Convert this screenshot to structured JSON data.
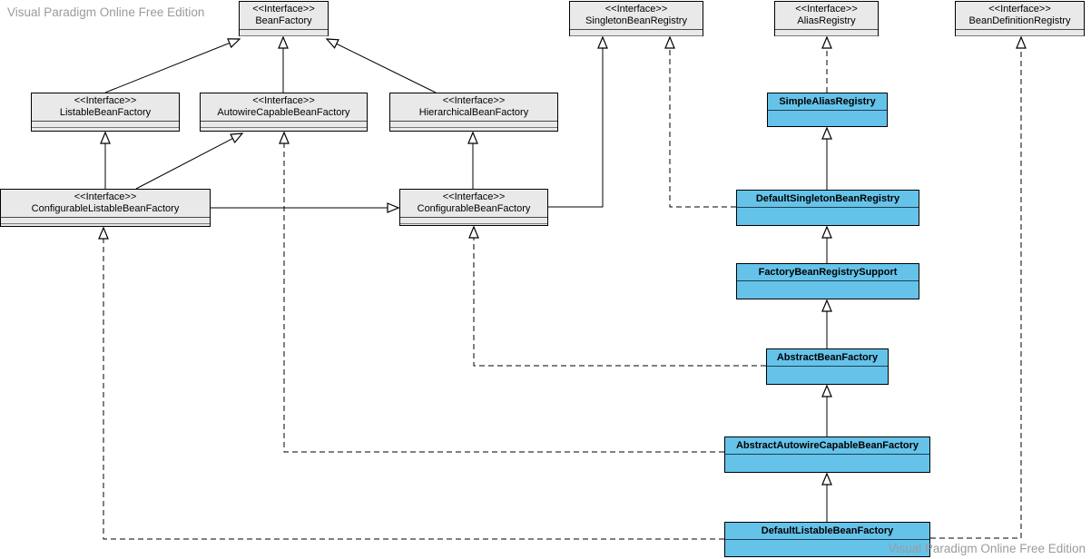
{
  "watermark": {
    "top_left": "Visual Paradigm Online Free Edition",
    "bottom_right": "Visual Paradigm Online Free Edition"
  },
  "colors": {
    "interface_fill": "#e9e9e9",
    "class_fill": "#65c3ea",
    "border": "#000000",
    "watermark_text": "#9b9b9b"
  },
  "nodes": {
    "bean_factory": {
      "stereotype": "<<Interface>>",
      "name": "BeanFactory",
      "kind": "interface"
    },
    "singleton_bean_registry": {
      "stereotype": "<<Interface>>",
      "name": "SingletonBeanRegistry",
      "kind": "interface"
    },
    "alias_registry": {
      "stereotype": "<<Interface>>",
      "name": "AliasRegistry",
      "kind": "interface"
    },
    "bean_definition_registry": {
      "stereotype": "<<Interface>>",
      "name": "BeanDefinitionRegistry",
      "kind": "interface"
    },
    "listable_bean_factory": {
      "stereotype": "<<Interface>>",
      "name": "ListableBeanFactory",
      "kind": "interface"
    },
    "autowire_capable_bean_factory": {
      "stereotype": "<<Interface>>",
      "name": "AutowireCapableBeanFactory",
      "kind": "interface"
    },
    "hierarchical_bean_factory": {
      "stereotype": "<<Interface>>",
      "name": "HierarchicalBeanFactory",
      "kind": "interface"
    },
    "simple_alias_registry": {
      "name": "SimpleAliasRegistry",
      "kind": "class"
    },
    "configurable_listable_bean_factory": {
      "stereotype": "<<Interface>>",
      "name": "ConfigurableListableBeanFactory",
      "kind": "interface"
    },
    "configurable_bean_factory": {
      "stereotype": "<<Interface>>",
      "name": "ConfigurableBeanFactory",
      "kind": "interface"
    },
    "default_singleton_bean_registry": {
      "name": "DefaultSingletonBeanRegistry",
      "kind": "class"
    },
    "factory_bean_registry_support": {
      "name": "FactoryBeanRegistrySupport",
      "kind": "class"
    },
    "abstract_bean_factory": {
      "name": "AbstractBeanFactory",
      "kind": "class"
    },
    "abstract_autowire_capable_bean_factory": {
      "name": "AbstractAutowireCapableBeanFactory",
      "kind": "class"
    },
    "default_listable_bean_factory": {
      "name": "DefaultListableBeanFactory",
      "kind": "class"
    }
  },
  "edges": [
    {
      "from": "ListableBeanFactory",
      "to": "BeanFactory",
      "type": "extends"
    },
    {
      "from": "AutowireCapableBeanFactory",
      "to": "BeanFactory",
      "type": "extends"
    },
    {
      "from": "HierarchicalBeanFactory",
      "to": "BeanFactory",
      "type": "extends"
    },
    {
      "from": "ConfigurableListableBeanFactory",
      "to": "ListableBeanFactory",
      "type": "extends"
    },
    {
      "from": "ConfigurableListableBeanFactory",
      "to": "AutowireCapableBeanFactory",
      "type": "extends"
    },
    {
      "from": "ConfigurableListableBeanFactory",
      "to": "ConfigurableBeanFactory",
      "type": "extends"
    },
    {
      "from": "ConfigurableBeanFactory",
      "to": "HierarchicalBeanFactory",
      "type": "extends"
    },
    {
      "from": "ConfigurableBeanFactory",
      "to": "SingletonBeanRegistry",
      "type": "extends"
    },
    {
      "from": "SimpleAliasRegistry",
      "to": "AliasRegistry",
      "type": "implements"
    },
    {
      "from": "DefaultSingletonBeanRegistry",
      "to": "SimpleAliasRegistry",
      "type": "extends"
    },
    {
      "from": "DefaultSingletonBeanRegistry",
      "to": "SingletonBeanRegistry",
      "type": "implements"
    },
    {
      "from": "FactoryBeanRegistrySupport",
      "to": "DefaultSingletonBeanRegistry",
      "type": "extends"
    },
    {
      "from": "AbstractBeanFactory",
      "to": "FactoryBeanRegistrySupport",
      "type": "extends"
    },
    {
      "from": "AbstractBeanFactory",
      "to": "ConfigurableBeanFactory",
      "type": "implements"
    },
    {
      "from": "AbstractAutowireCapableBeanFactory",
      "to": "AbstractBeanFactory",
      "type": "extends"
    },
    {
      "from": "AbstractAutowireCapableBeanFactory",
      "to": "AutowireCapableBeanFactory",
      "type": "implements"
    },
    {
      "from": "DefaultListableBeanFactory",
      "to": "AbstractAutowireCapableBeanFactory",
      "type": "extends"
    },
    {
      "from": "DefaultListableBeanFactory",
      "to": "ConfigurableListableBeanFactory",
      "type": "implements"
    },
    {
      "from": "DefaultListableBeanFactory",
      "to": "BeanDefinitionRegistry",
      "type": "implements"
    }
  ]
}
